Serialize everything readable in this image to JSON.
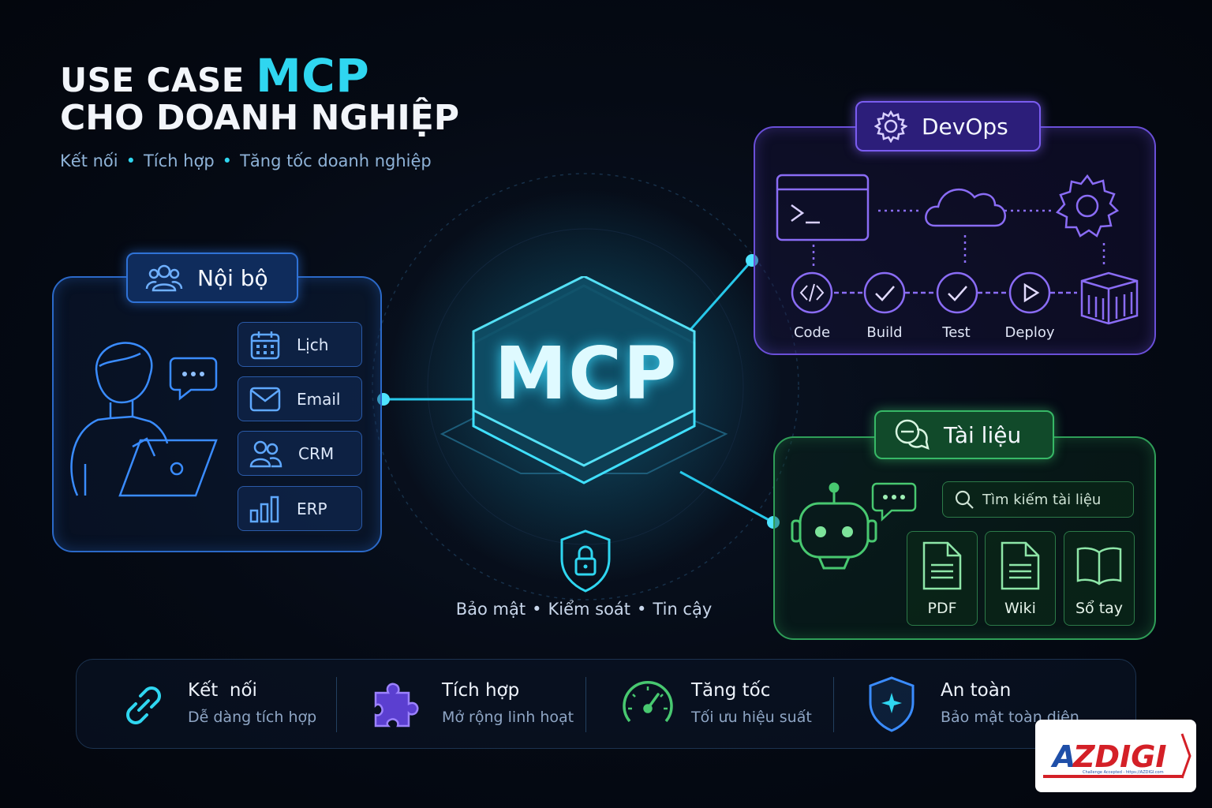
{
  "title": {
    "line1_prefix": "USE CASE",
    "line1_highlight": "MCP",
    "line2": "CHO DOANH NGHIỆP"
  },
  "subtitle": {
    "items": [
      "Kết nối",
      "Tích hợp",
      "Tăng tốc doanh nghiệp"
    ],
    "separator": "•"
  },
  "center": {
    "label": "MCP",
    "security_items": [
      "Bảo mật",
      "Kiểm soát",
      "Tin cậy"
    ],
    "separator": "•"
  },
  "noi_bo": {
    "label": "Nội bộ",
    "apps": [
      {
        "label": "Lịch",
        "icon": "calendar-icon"
      },
      {
        "label": "Email",
        "icon": "mail-icon"
      },
      {
        "label": "CRM",
        "icon": "users-icon"
      },
      {
        "label": "ERP",
        "icon": "bar-chart-icon"
      }
    ]
  },
  "devops": {
    "label": "DevOps",
    "steps": [
      {
        "label": "Code",
        "icon": "code-icon"
      },
      {
        "label": "Build",
        "icon": "check-icon"
      },
      {
        "label": "Test",
        "icon": "check-icon"
      },
      {
        "label": "Deploy",
        "icon": "play-icon"
      }
    ]
  },
  "tai_lieu": {
    "label": "Tài liệu",
    "search_placeholder": "Tìm kiếm tài liệu",
    "docs": [
      {
        "label": "PDF",
        "icon": "file-icon"
      },
      {
        "label": "Wiki",
        "icon": "file-icon"
      },
      {
        "label": "Sổ tay",
        "icon": "book-icon"
      }
    ]
  },
  "features": [
    {
      "title": "Kết  nối",
      "subtitle": "Dễ dàng tích hợp",
      "icon": "link-icon"
    },
    {
      "title": "Tích hợp",
      "subtitle": "Mở rộng linh hoạt",
      "icon": "puzzle-icon"
    },
    {
      "title": "Tăng tốc",
      "subtitle": "Tối ưu hiệu suất",
      "icon": "speedometer-icon"
    },
    {
      "title": "An toàn",
      "subtitle": "Bảo mật toàn diện",
      "icon": "shield-icon"
    }
  ],
  "logo": {
    "text": "AZDIGI",
    "tagline": "Challenge Accepted - https://AZDIGI.com"
  },
  "colors": {
    "accent": "#2fd6f0",
    "noi_bo": "#2f72d6",
    "devops": "#7a5cf0",
    "tai_lieu": "#37b866"
  }
}
